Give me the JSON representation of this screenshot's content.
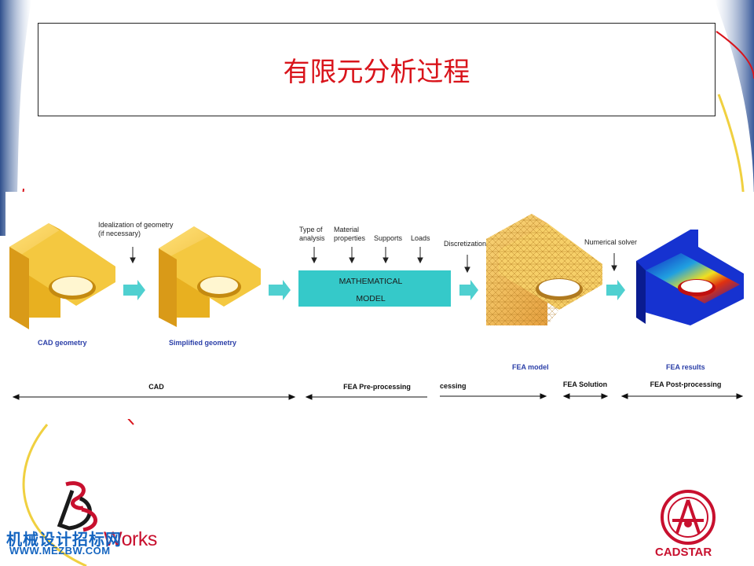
{
  "title": "有限元分析过程",
  "diagram": {
    "annotations": {
      "idealization_line1": "Idealization of geometry",
      "idealization_line2": "(if necessary)",
      "type_line1": "Type of",
      "type_line2": "analysis",
      "material_line1": "Material",
      "material_line2": "properties",
      "supports": "Supports",
      "loads": "Loads",
      "discretization": "Discretization",
      "numerical_solver": "Numerical solver"
    },
    "math_model_line1": "MATHEMATICAL",
    "math_model_line2": "MODEL",
    "captions": {
      "cad_geometry": "CAD geometry",
      "simplified_geometry": "Simplified geometry",
      "fea_model": "FEA model",
      "fea_results": "FEA results"
    },
    "phases": {
      "cad": "CAD",
      "pre_processing": "FEA Pre-processing",
      "pre_processing_cont": "cessing",
      "solution": "FEA Solution",
      "post_processing": "FEA Post-processing"
    }
  },
  "footer": {
    "solidworks_text": "Works",
    "site_name": "机械设计招标网",
    "site_url": "WWW.MEZBW.COM",
    "cadstar_text": "CADSTAR"
  },
  "colors": {
    "title": "#d9141b",
    "part_yellow": "#f2c230",
    "math_box": "#35c9c9",
    "caption_blue": "#2b3fa8",
    "flow_arrow": "#4fd0d0"
  }
}
